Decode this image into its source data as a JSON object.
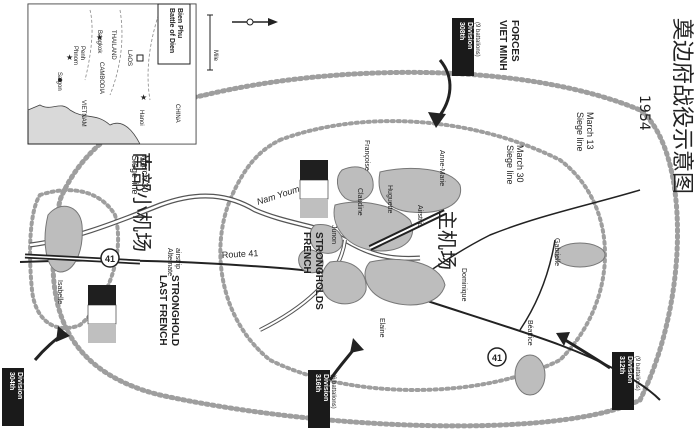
{
  "title": {
    "line1": "奠边府战役示意图",
    "year": "1954"
  },
  "inset": {
    "title_line1": "Battle of Dien",
    "title_line2": "Bien Phu",
    "labels": {
      "china": "CHINA",
      "laos": "LAOS",
      "thailand": "THAILAND",
      "cambodia": "CAMBODIA",
      "vietnam": "VIETNAM",
      "bangkok": "Bangkok",
      "phnom_penh_1": "Phnom",
      "phnom_penh_2": "Penh",
      "saigon": "Saigon",
      "hanoi": "Hanoi"
    }
  },
  "scale_label": "Mile",
  "viet_minh_forces_line1": "VIET MINH",
  "viet_minh_forces_line2": "FORCES",
  "divisions": {
    "d308_line1": "308th",
    "d308_line2": "Division",
    "d308_line3": "(9 battalions)",
    "d312_line1": "312th",
    "d312_line2": "Division",
    "d312_line3": "(9 battalions)",
    "d316_line1": "316th",
    "d316_line2": "Division",
    "d316_line3": "(6 battalions)",
    "d304_line1": "304th",
    "d304_line2": "Division"
  },
  "siege_lines": {
    "a_1": "Siege line",
    "a_2": "March 13",
    "b_1": "Siege line",
    "b_2": "March 30",
    "c_1": "Siege line",
    "c_2": "March 30"
  },
  "strongholds": {
    "francoise": "Françoise",
    "anne_marie": "Anne-Marie",
    "claudine": "Claudine",
    "huguette": "Huguette",
    "junon": "Junon",
    "dominique": "Dominique",
    "elaine": "Elaine",
    "gabrielle": "Gabrielle",
    "beatrice": "Béatrice",
    "isabelle": "Isabelle"
  },
  "airstrip": "Airstrip",
  "alternate_airstrip_1": "Alternate",
  "alternate_airstrip_2": "airstrip",
  "route_label": "Route 41",
  "route_number": "41",
  "river": "Nam Youm",
  "main_airfield_cn": "主机场",
  "south_airfield_cn": "南部小机场",
  "french_strongholds_1": "FRENCH",
  "french_strongholds_2": "STRONGHOLDS",
  "last_french_1": "LAST FRENCH",
  "last_french_2": "STRONGHOLD",
  "colors": {
    "ink": "#222222",
    "stronghold_fill": "#bdbdbd",
    "siege_dots": "#9e9e9e",
    "flag_blue": "#1f1f1f",
    "flag_white": "#ffffff",
    "flag_red": "#bfbfbf"
  }
}
